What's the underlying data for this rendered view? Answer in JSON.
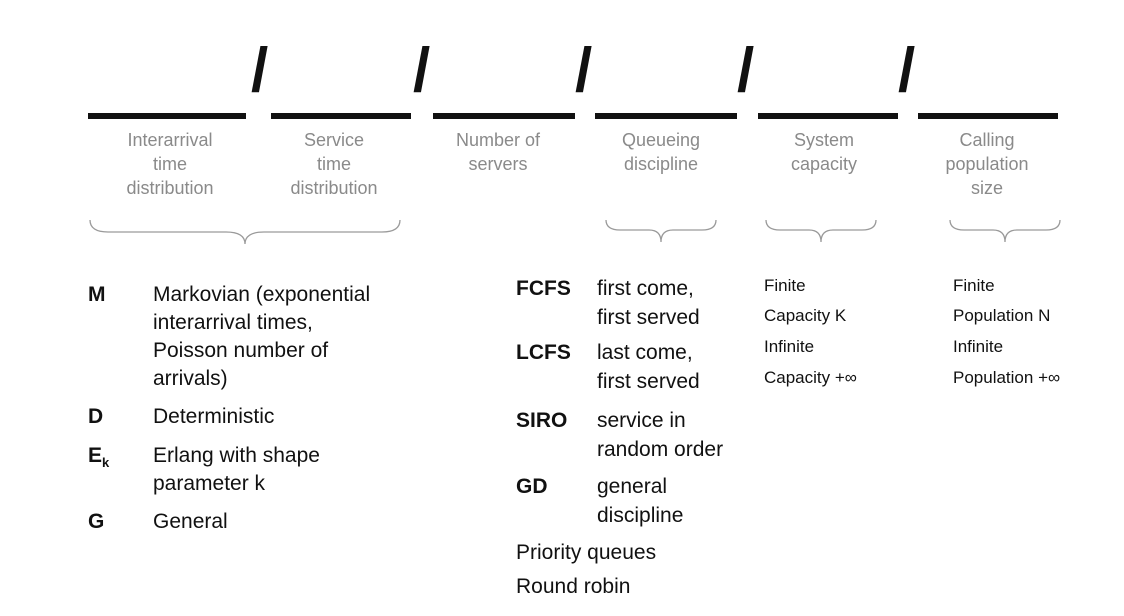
{
  "notation": {
    "slash": "/",
    "fields": [
      {
        "lines": [
          "Interarrival",
          "time",
          "distribution"
        ]
      },
      {
        "lines": [
          "Service",
          "time",
          "distribution"
        ]
      },
      {
        "lines": [
          "Number of",
          "servers"
        ]
      },
      {
        "lines": [
          "Queueing",
          "discipline"
        ]
      },
      {
        "lines": [
          "System",
          "capacity"
        ]
      },
      {
        "lines": [
          "Calling",
          "population",
          "size"
        ]
      }
    ]
  },
  "distributions": [
    {
      "code": "M",
      "lines": [
        "Markovian (exponential",
        "interarrival times,",
        "Poisson number of",
        "arrivals)"
      ]
    },
    {
      "code": "D",
      "lines": [
        "Deterministic"
      ]
    },
    {
      "code": "E",
      "code_sub": "k",
      "lines": [
        "Erlang with shape",
        "parameter k"
      ]
    },
    {
      "code": "G",
      "lines": [
        "General"
      ]
    }
  ],
  "disciplines": [
    {
      "code": "FCFS",
      "lines": [
        "first come,",
        "first served"
      ]
    },
    {
      "code": "LCFS",
      "lines": [
        "last come,",
        "first served"
      ]
    },
    {
      "code": "SIRO",
      "lines": [
        "service in",
        "random order"
      ]
    },
    {
      "code": "GD",
      "lines": [
        "general",
        "discipline"
      ]
    }
  ],
  "other_disciplines": [
    "Priority queues",
    "Round robin"
  ],
  "capacity_options": [
    "Finite",
    "Capacity K",
    "Infinite",
    "Capacity +∞"
  ],
  "population_options": [
    "Finite",
    "Population N",
    "Infinite",
    "Population +∞"
  ]
}
